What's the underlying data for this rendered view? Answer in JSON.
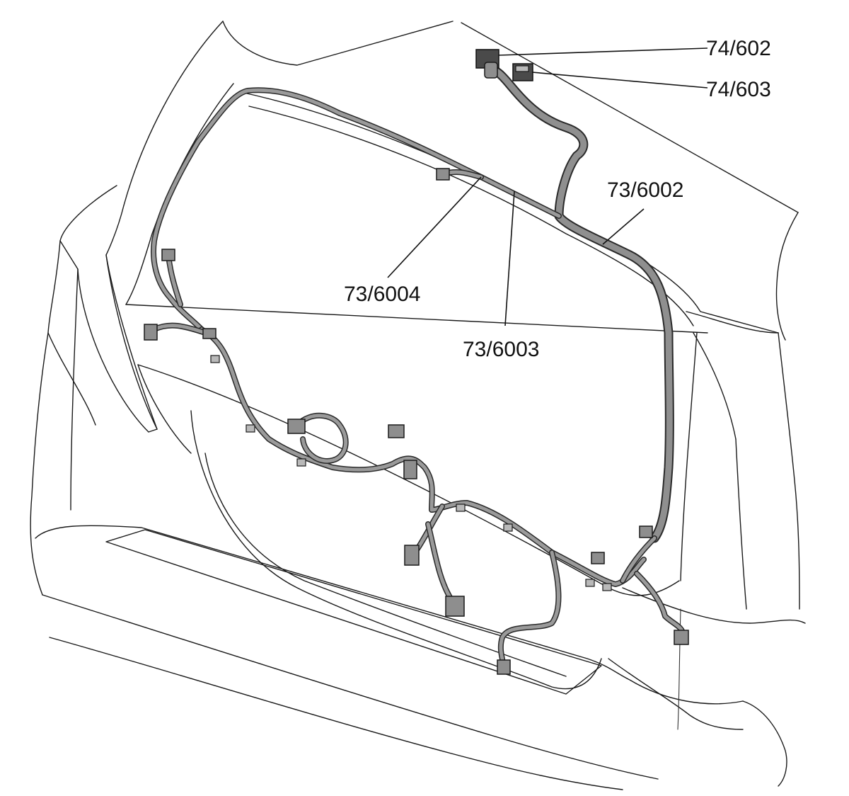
{
  "labels": {
    "c74_602": "74/602",
    "c74_603": "74/603",
    "c73_6002": "73/6002",
    "c73_6004": "73/6004",
    "c73_6003": "73/6003"
  },
  "colors": {
    "line": "#1a1a1a",
    "harness_fill": "#9a9a9a",
    "connector_fill": "#8e8e8e",
    "background": "#ffffff"
  }
}
